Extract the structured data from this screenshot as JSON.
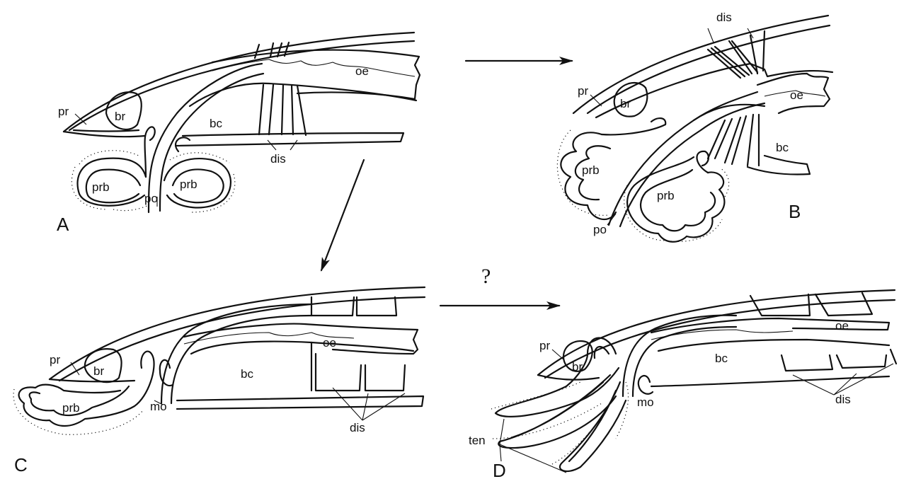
{
  "panels": {
    "a": {
      "letter": "A",
      "labels": {
        "pr": "pr",
        "br": "br",
        "bc": "bc",
        "oe": "oe",
        "dis": "dis",
        "prb_left": "prb",
        "prb_right": "prb",
        "po": "po"
      }
    },
    "b": {
      "letter": "B",
      "labels": {
        "dis": "dis",
        "pr": "pr",
        "br": "br",
        "oe": "oe",
        "bc": "bc",
        "prb_left": "prb",
        "prb_right": "prb",
        "po": "po"
      }
    },
    "c": {
      "letter": "C",
      "labels": {
        "pr": "pr",
        "br": "br",
        "oe": "oe",
        "bc": "bc",
        "prb": "prb",
        "mo": "mo",
        "dis": "dis"
      }
    },
    "d": {
      "letter": "D",
      "labels": {
        "pr": "pr",
        "br": "br",
        "oe": "oe",
        "bc": "bc",
        "mo": "mo",
        "dis": "dis",
        "ten": "ten"
      }
    }
  },
  "transitions": {
    "d_question": "?"
  }
}
